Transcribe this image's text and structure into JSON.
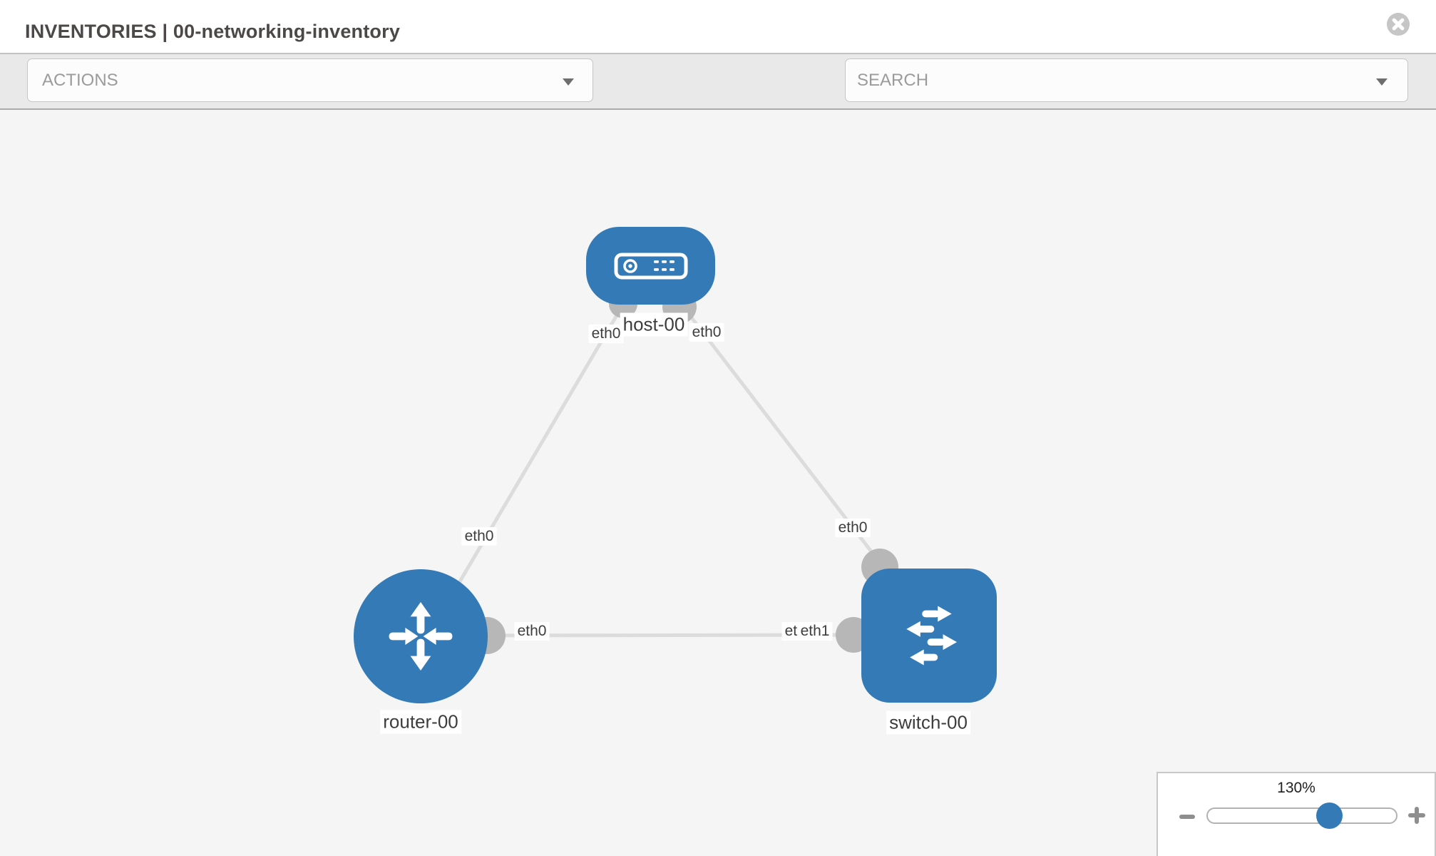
{
  "header": {
    "title": "INVENTORIES | 00-networking-inventory"
  },
  "toolbar": {
    "actions_label": "ACTIONS",
    "search_label": "SEARCH"
  },
  "topology": {
    "nodes": [
      {
        "label": "host-00",
        "type": "host"
      },
      {
        "label": "router-00",
        "type": "router"
      },
      {
        "label": "switch-00",
        "type": "switch"
      }
    ],
    "links": [
      {
        "from": "host-00",
        "from_if": "eth0",
        "to": "router-00",
        "to_if": "eth0"
      },
      {
        "from": "host-00",
        "from_if": "eth0",
        "to": "switch-00",
        "to_if": "eth0"
      },
      {
        "from": "router-00",
        "from_if": "eth0",
        "to": "switch-00",
        "to_if": "eth1"
      }
    ],
    "iface_labels": {
      "host_left": "eth0",
      "host_right": "eth0",
      "router_top": "eth0",
      "switch_top": "eth0",
      "router_right": "eth0",
      "switch_left_under": "eth0",
      "switch_left": "eth1"
    }
  },
  "zoom_control": {
    "level": "130%"
  },
  "colors": {
    "node_blue": "#337ab7",
    "link_gray": "#dcdcdc",
    "interface_gray": "#b7b7b7",
    "toolbar_bg": "#e9e9e9",
    "canvas_bg": "#f5f5f6"
  }
}
